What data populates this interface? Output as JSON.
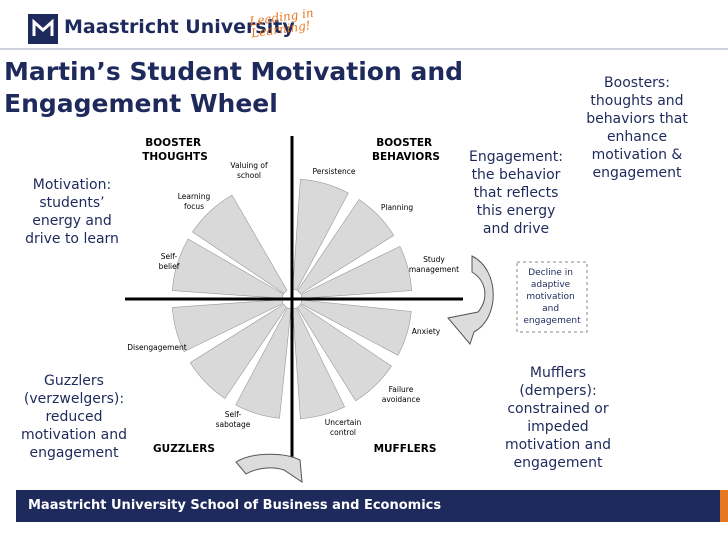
{
  "header": {
    "university_name": "Maastricht University",
    "slogan": "Leading in Learning!"
  },
  "title": {
    "line1": "Martin’s Student Motivation and",
    "line2": "Engagement Wheel"
  },
  "notes": {
    "motivation": "Motivation: students’ energy and drive to learn",
    "engagement": "Engagement: the behavior that reflects this energy and drive",
    "boosters": "Boosters: thoughts and behaviors that enhance motivation & engagement",
    "guzzlers": "Guzzlers (verzwelgers): reduced motivation and engagement",
    "mufflers": "Mufflers (dempers): constrained or impeded motivation and engagement"
  },
  "wheel": {
    "quadrants": {
      "booster_thoughts": [
        "BOOSTER",
        "THOUGHTS"
      ],
      "booster_behaviors": [
        "BOOSTER",
        "BEHAVIORS"
      ],
      "guzzlers": "GUZZLERS",
      "mufflers": "MUFFLERS"
    },
    "segments": {
      "valuing": [
        "Valuing of",
        "school"
      ],
      "learning_focus": [
        "Learning",
        "focus"
      ],
      "self_belief": [
        "Self-",
        "belief"
      ],
      "persistence": "Persistence",
      "planning": "Planning",
      "study_management": [
        "Study",
        "management"
      ],
      "anxiety": "Anxiety",
      "failure_avoidance": [
        "Failure",
        "avoidance"
      ],
      "uncertain_control": [
        "Uncertain",
        "control"
      ],
      "self_sabotage": [
        "Self-",
        "sabotage"
      ],
      "disengagement": "Disengagement"
    },
    "decline_label": [
      "Decline in",
      "adaptive",
      "motivation",
      "and",
      "engagement"
    ]
  },
  "footer": {
    "text": "Maastricht University School of Business and Economics"
  },
  "colors": {
    "brand_navy": "#1f2a5c",
    "accent_orange": "#e87722",
    "segment_gray": "#d9d9d9"
  }
}
